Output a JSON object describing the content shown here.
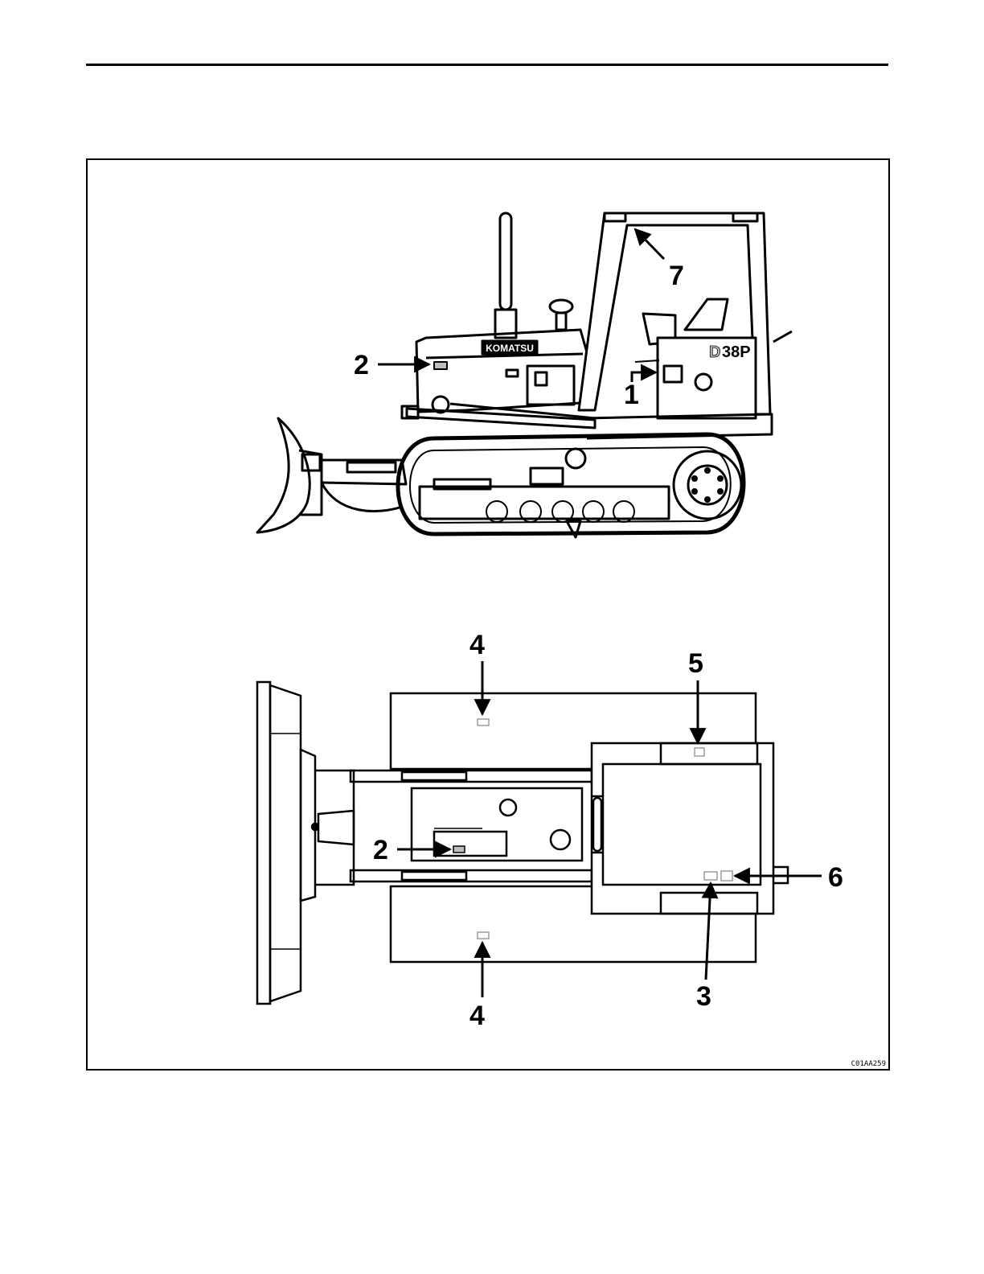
{
  "header": {
    "rule_color": "#000000"
  },
  "side_view": {
    "brand_decal": "KOMATSU",
    "model_decal_initial": "D",
    "model_decal_rest": "38P",
    "callouts": [
      {
        "id": "1",
        "label": "1"
      },
      {
        "id": "2",
        "label": "2"
      },
      {
        "id": "7",
        "label": "7"
      }
    ]
  },
  "top_view": {
    "callouts": [
      {
        "id": "2",
        "label": "2"
      },
      {
        "id": "3",
        "label": "3"
      },
      {
        "id": "4a",
        "label": "4"
      },
      {
        "id": "4b",
        "label": "4"
      },
      {
        "id": "5",
        "label": "5"
      },
      {
        "id": "6",
        "label": "6"
      }
    ]
  },
  "figure_ref": "C01AA259",
  "colors": {
    "line": "#000000",
    "background": "#ffffff",
    "decal": "#bdbdbd"
  }
}
